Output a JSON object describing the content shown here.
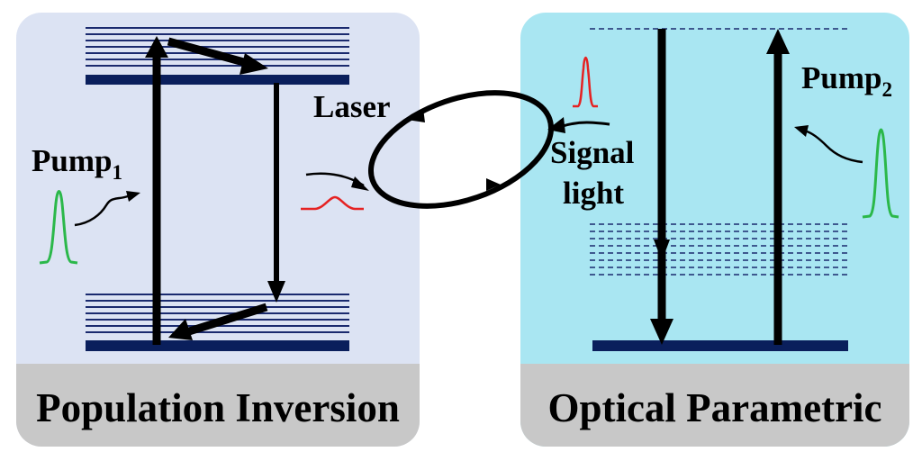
{
  "left_panel": {
    "caption": "Population Inversion",
    "pump_label": "Pump",
    "pump_subscript": "1",
    "bg_color": "#dce3f3",
    "caption_bg_color": "#c8c8c8"
  },
  "right_panel": {
    "caption": "Optical Parametric",
    "pump_label": "Pump",
    "pump_subscript": "2",
    "signal_label_line1": "Signal",
    "signal_label_line2": "light",
    "bg_color": "#a9e6f2",
    "caption_bg_color": "#c8c8c8"
  },
  "center": {
    "laser_label": "Laser"
  },
  "colors": {
    "level_dark": "#0a1f5c",
    "level_line": "#1a2a6e",
    "arrow": "#000000",
    "pulse_green": "#2bb84a",
    "pulse_red": "#e52222"
  }
}
